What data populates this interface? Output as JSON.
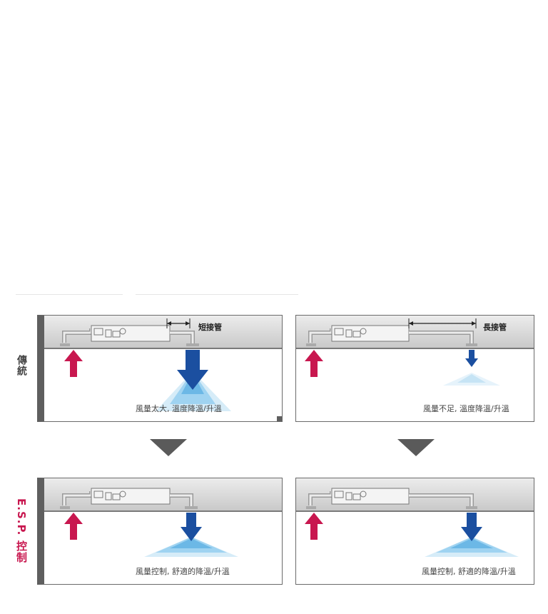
{
  "rows": {
    "conventional_label": "傳統",
    "esp_label": "E.S.P. 控制"
  },
  "panels": {
    "conv_short": {
      "tag": "短接管",
      "caption": "風量太大, 溫度降溫/升溫"
    },
    "conv_long": {
      "tag": "長接管",
      "caption": "風量不足, 溫度降溫/升溫"
    },
    "esp_short": {
      "caption": "風量控制, 舒適的降溫/升溫"
    },
    "esp_long": {
      "caption": "風量控制, 舒適的降溫/升溫"
    }
  },
  "colors": {
    "return_arrow": "#c8174f",
    "supply_arrow": "#1b4fa0",
    "esp_label": "#c8174f",
    "row_bar": "#5f5f5f",
    "airflow": "#7fc3ea"
  },
  "icons": {
    "return": "up-arrow-icon",
    "supply": "down-arrow-icon",
    "transition": "triangle-down-icon"
  }
}
